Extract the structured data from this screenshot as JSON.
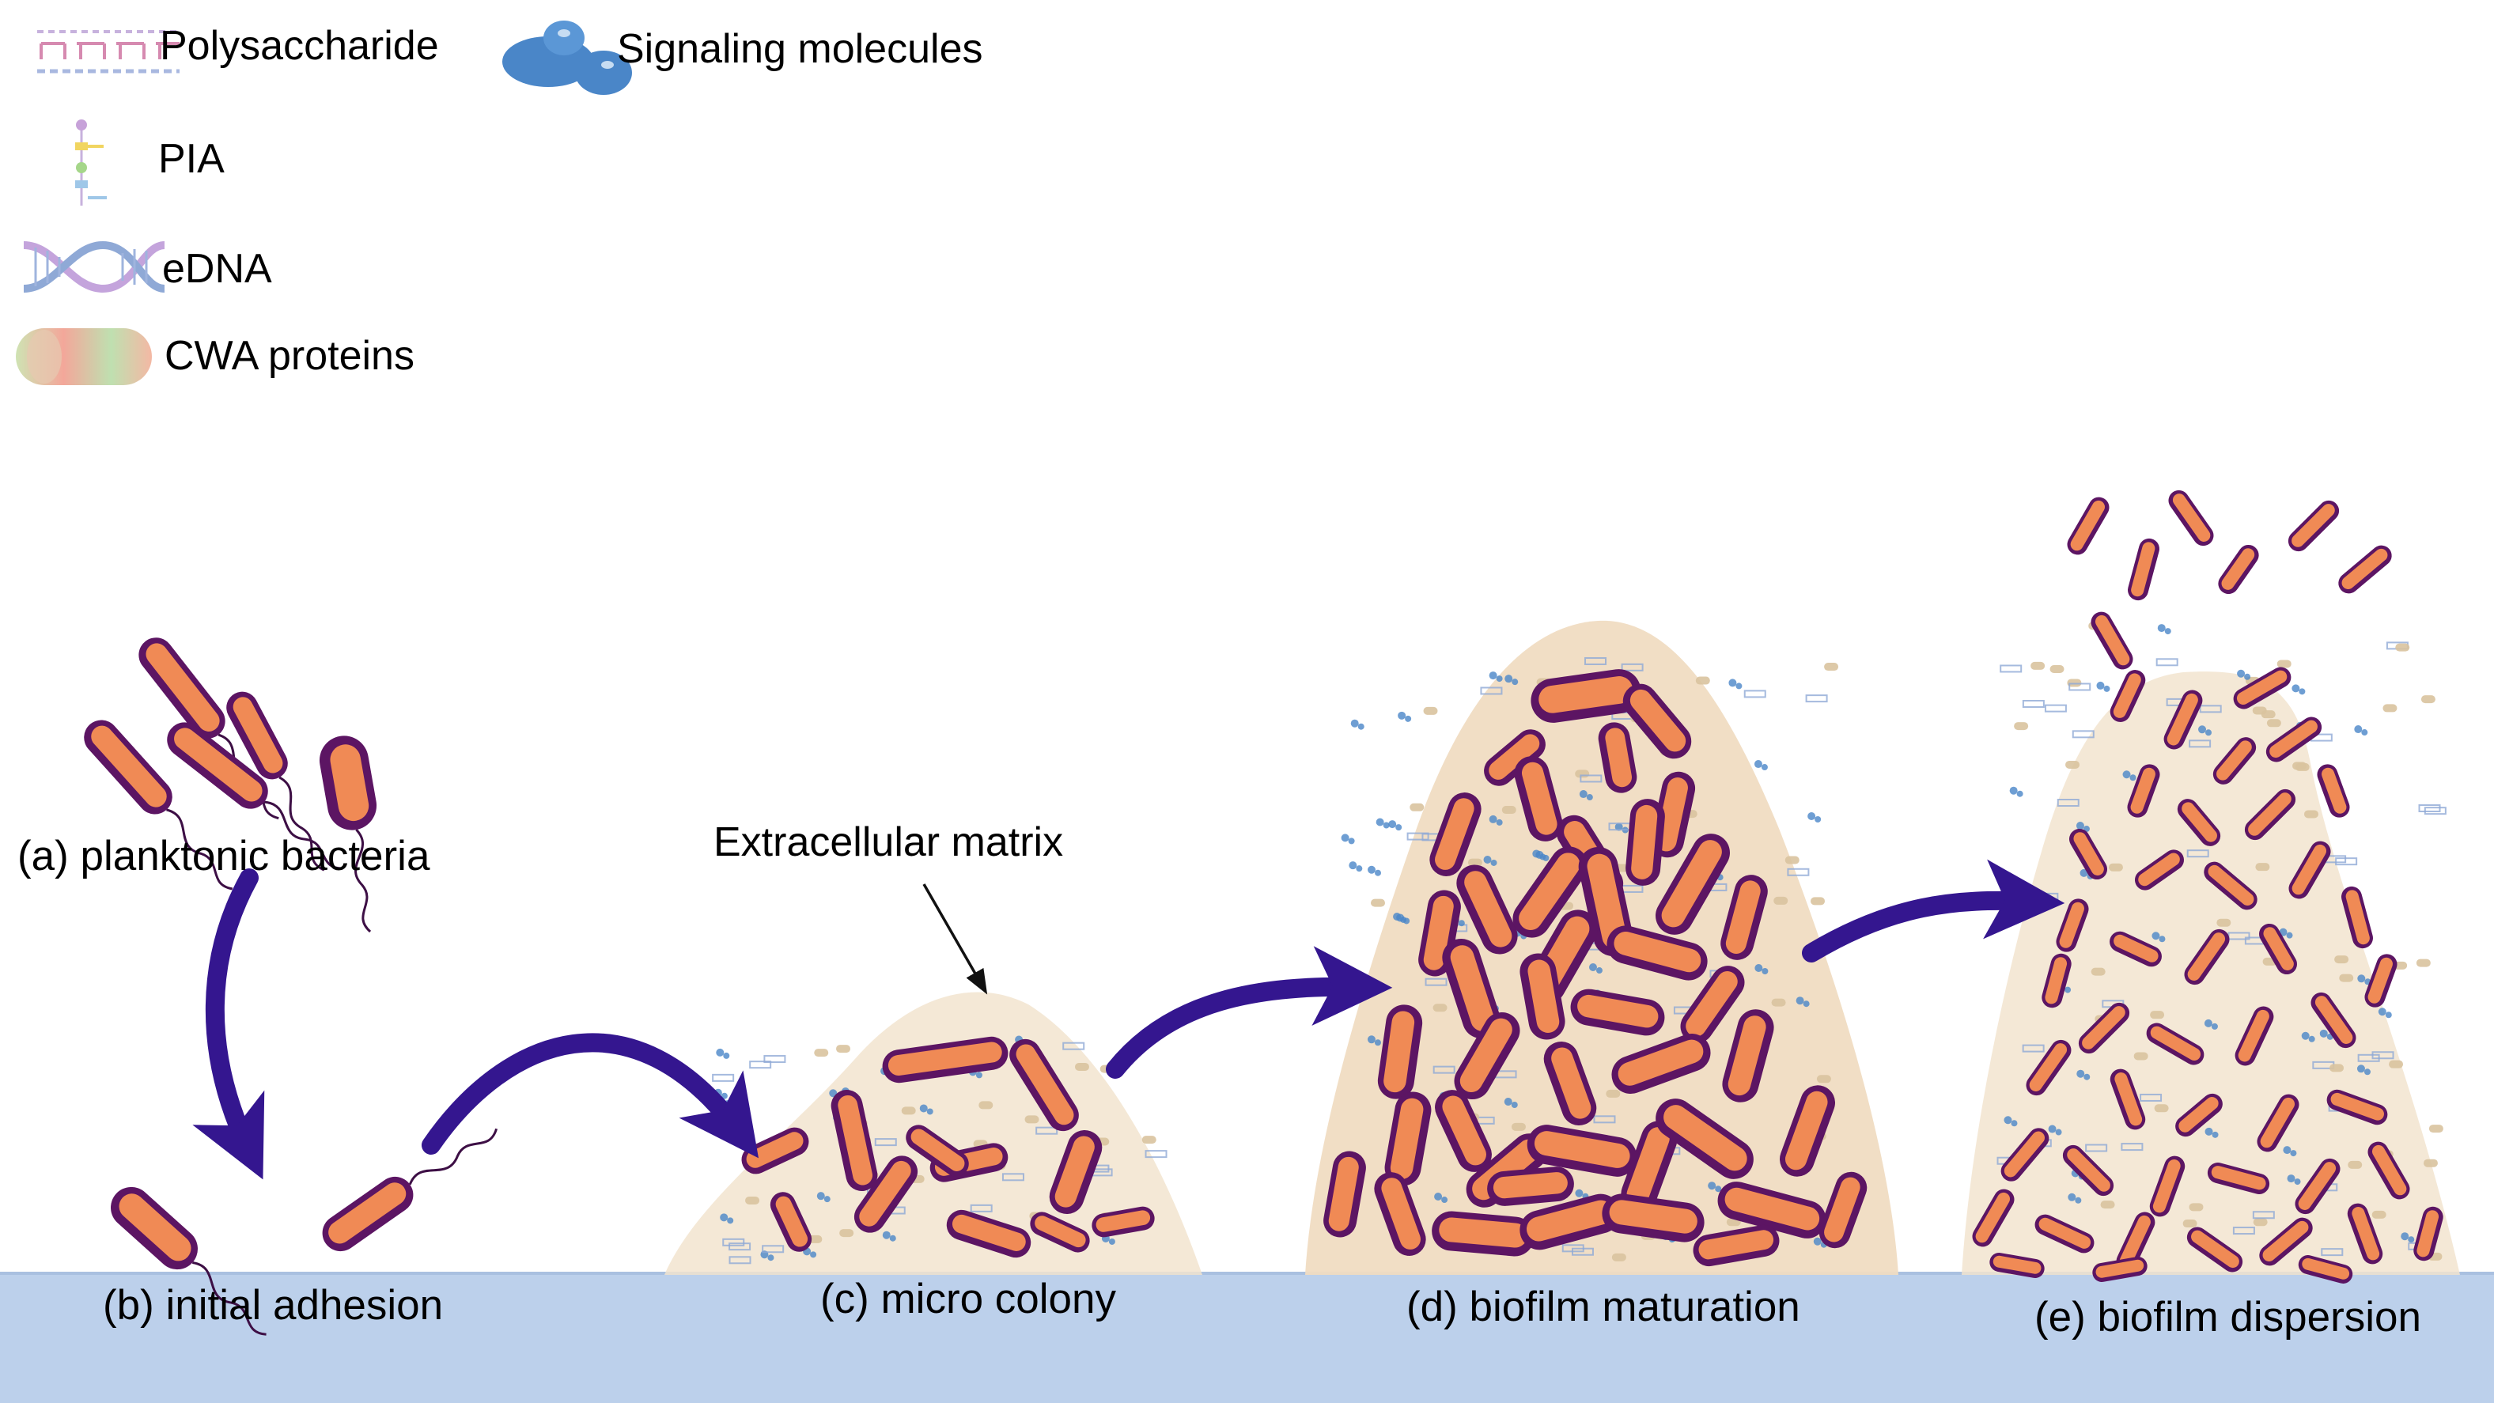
{
  "legend": [
    {
      "id": "polysaccharide",
      "label": "Polysaccharide",
      "icon": "polysaccharide-icon"
    },
    {
      "id": "signaling",
      "label": "Signaling molecules",
      "icon": "signaling-molecule-icon"
    },
    {
      "id": "pia",
      "label": "PIA",
      "icon": "pia-icon"
    },
    {
      "id": "edna",
      "label": "eDNA",
      "icon": "edna-icon"
    },
    {
      "id": "cwa",
      "label": "CWA proteins",
      "icon": "cwa-protein-icon"
    }
  ],
  "stages": {
    "a": "(a) planktonic bacteria",
    "b": "(b) initial adhesion",
    "c": "(c) micro colony",
    "d": "(d) biofilm  maturation",
    "e": "(e) biofilm dispersion"
  },
  "annotations": {
    "matrix": "Extracellular matrix"
  },
  "colors": {
    "bacteria_fill": "#f08a55",
    "bacteria_outline": "#5c1563",
    "flagella": "#3d0f45",
    "matrix_fill": "#f2e4cf",
    "surface": "#bcd0eb",
    "arrow": "#34168f",
    "signaling": "#4a86c8",
    "edna": "#8fa9d6"
  }
}
